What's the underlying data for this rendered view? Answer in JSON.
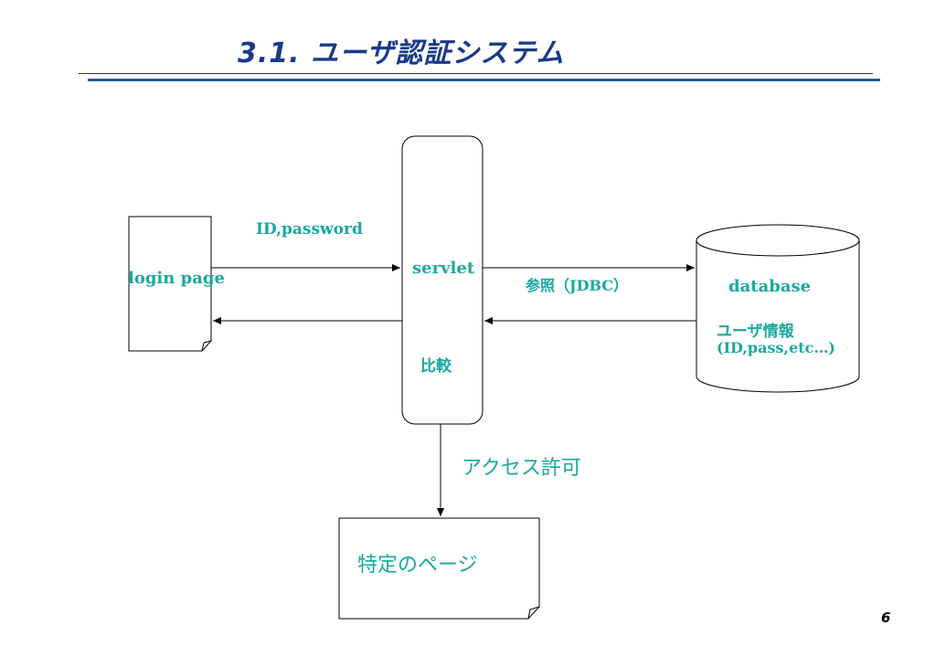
{
  "slide": {
    "title": "3.1.  ユーザ認証システム",
    "page_number": "6"
  },
  "diagram": {
    "login_page": "login page",
    "servlet": "servlet",
    "compare": "比較",
    "database": "database",
    "db_user_info": "ユーザ情報",
    "db_fields": "(ID,pass,etc…)",
    "edge_id_password": "ID,password",
    "edge_reference": "参照（JDBC）",
    "edge_access": "アクセス許可",
    "target_page": "特定のページ"
  },
  "colors": {
    "label": "#1aa8a0",
    "title": "#1a3a8a",
    "rule": "#2a5a96"
  }
}
